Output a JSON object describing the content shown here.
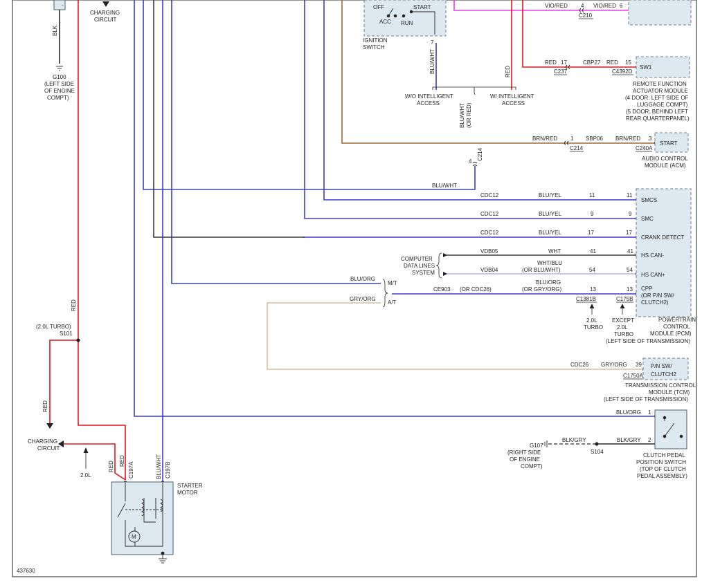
{
  "figure_id": "437630",
  "labels": {
    "charging_top": [
      "CHARGING",
      "CIRCUIT"
    ],
    "blk": "BLK",
    "g100": [
      "G100",
      "(LEFT SIDE",
      "OF ENGINE",
      "COMPT)"
    ],
    "ign_off": "OFF",
    "ign_start": "START",
    "ign_acc": "ACC",
    "ign_run": "RUN",
    "ign_name": [
      "IGNITION",
      "SWITCH"
    ],
    "ign_pin": "7",
    "ign_wire": "BLU/WHT",
    "red_access": "RED",
    "wo_access": [
      "W/O INTELLIGENT",
      "ACCESS"
    ],
    "w_access": [
      "W/ INTELLIGENT",
      "ACCESS"
    ],
    "vio_red_1": "VIO/RED",
    "c210_pin": "4",
    "c210": "C210",
    "vio_red_2": "VIO/RED",
    "c210_pin6": "6",
    "red_17": "RED",
    "pin_17": "17",
    "c237": "C237",
    "cbp27": "CBP27",
    "red_15_wire": "RED",
    "pin_15": "15",
    "c4392d": "C4392D",
    "sw1": "SW1",
    "rfam": [
      "REMOTE FUNCTION",
      "ACTUATOR MODULE",
      "(4 DOOR: LEFT SIDE OF",
      "LUGGAGE COMPT)",
      "(5 DOOR: BEHIND LEFT",
      "REAR QUARTERPANEL)"
    ],
    "blu_wht_or_red": [
      "BLU/WHT",
      "(OR RED)"
    ],
    "brn_red_1": "BRN/RED",
    "c214_pin1": "1",
    "c214a": "C214",
    "sbp06": "SBP06",
    "brn_red_2": "BRN/RED",
    "pin_3": "3",
    "c240a": "C240A",
    "start": "START",
    "acm": [
      "AUDIO CONTROL",
      "MODULE (ACM)"
    ],
    "c214_pin4": "4",
    "c214b": "C214",
    "blu_wht_h": "BLU/WHT",
    "cdc12": "CDC12",
    "blu_yel": "BLU/YEL",
    "p11": "11",
    "p9": "9",
    "p17": "17",
    "smcs": "SMCS",
    "smc": "SMC",
    "crank": "CRANK DETECT",
    "cdl": [
      "COMPUTER",
      "DATA LINES",
      "SYSTEM"
    ],
    "vdb05": "VDB05",
    "wht": "WHT",
    "p41": "41",
    "hs_can_minus": "HS CAN-",
    "vdb04": "VDB04",
    "wht_blu": [
      "WHT/BLU",
      "(OR BLU/WHT)"
    ],
    "p54": "54",
    "hs_can_plus": "HS CAN+",
    "blu_org_mt": "BLU/ORG",
    "mt": "M/T",
    "gry_org_at": "GRY/ORG",
    "at": "A/T",
    "ce903": "CE903",
    "or_cdc26": "(OR CDC26)",
    "blu_org_gry": [
      "BLU/ORG",
      "(OR GRY/ORG)"
    ],
    "p13": "13",
    "c1381b": "C1381B",
    "c175b": "C175B",
    "cpp": [
      "CPP",
      "(OR P/N SW/",
      "CLUTCH2)"
    ],
    "turbo20": [
      "2.0L",
      "TURBO"
    ],
    "except_turbo": [
      "EXCEPT",
      "2.0L",
      "TURBO"
    ],
    "pcm": [
      "POWERTRAIN",
      "CONTROL",
      "MODULE (PCM)",
      "(LEFT SIDE OF TRANSMISSION)"
    ],
    "red_v": "RED",
    "s101": [
      "(2.0L TURBO)",
      "S101"
    ],
    "red_ch": "RED",
    "charging_bot": [
      "CHARGING",
      "CIRCUIT"
    ],
    "l20": "2.0L",
    "cdc26": "CDC26",
    "gry_org_tcm": "GRY/ORG",
    "p39": "39",
    "c1750a": "C1750A",
    "pn_sw": [
      "P/N SW/",
      "CLUTCH2"
    ],
    "tcm": [
      "TRANSMISSION CONTROL",
      "MODULE (TCM)",
      "(LEFT SIDE OF TRANSMISSION)"
    ],
    "blu_org_cpps": "BLU/ORG",
    "p1": "1",
    "blk_gry_1": "BLK/GRY",
    "blk_gry_2": "BLK/GRY",
    "p2": "2",
    "s104": "S104",
    "g107": [
      "G107",
      "(RIGHT SIDE",
      "OF ENGINE",
      "COMPT)"
    ],
    "cpps": [
      "CLUTCH PEDAL",
      "POSITION SWITCH",
      "(TOP OF CLUTCH",
      "PEDAL ASSEMBLY)"
    ],
    "red_s1": "RED",
    "red_s2": "RED",
    "c197a": "C197A",
    "blu_wht_s": "BLU/WHT",
    "c197b": "C197B",
    "starter": [
      "STARTER",
      "MOTOR"
    ],
    "motor_symbol": "M"
  },
  "colors": {
    "red": "#e0141e",
    "blue": "#3c3ccd",
    "brown": "#a06a3a",
    "magenta": "#ee3cee",
    "dark": "#3a3a3a",
    "tan": "#d8bfa0",
    "lavender": "#b4b4e8",
    "blk": "#2a2a2a"
  }
}
